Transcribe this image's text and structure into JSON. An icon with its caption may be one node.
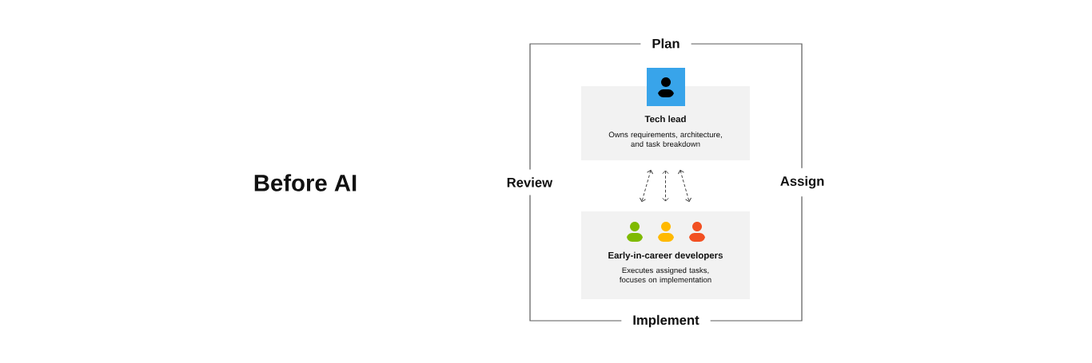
{
  "diagram": {
    "title": "Before AI",
    "nodes": [
      {
        "text": [
          "Plan",
          "Review",
          "Assign",
          "Implement"
        ]
      },
      {
        "text": [
          "Tech lead",
          "Owns requirements, architecture, and task breakdown"
        ],
        "in": 0
      },
      {
        "text": [
          "Early-in-career developers",
          "Executes assigned tasks, focuses on implementation"
        ],
        "in": 0
      }
    ],
    "edges": [
      {
        "from": 1,
        "to": 2,
        "arrow": "both",
        "style": "dashed"
      },
      {
        "from": 1,
        "to": 2,
        "arrow": "both",
        "style": "dashed"
      },
      {
        "from": 1,
        "to": 2,
        "arrow": "both",
        "style": "dashed"
      }
    ]
  }
}
